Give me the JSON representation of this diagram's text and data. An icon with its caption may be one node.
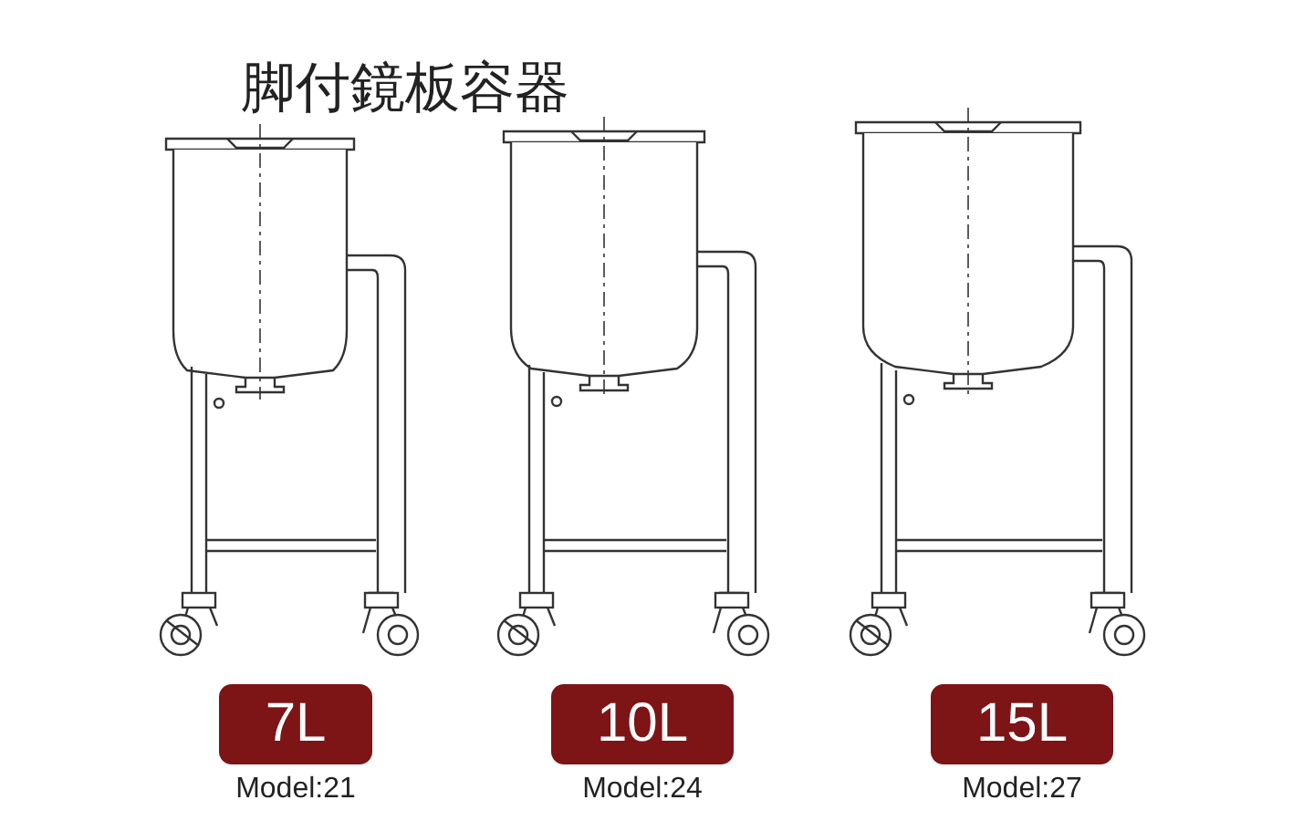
{
  "diagram": {
    "title": "脚付鏡板容器",
    "labels": [
      "7L",
      "Model:21",
      "10L",
      "Model:24",
      "15L",
      "Model:27"
    ]
  }
}
